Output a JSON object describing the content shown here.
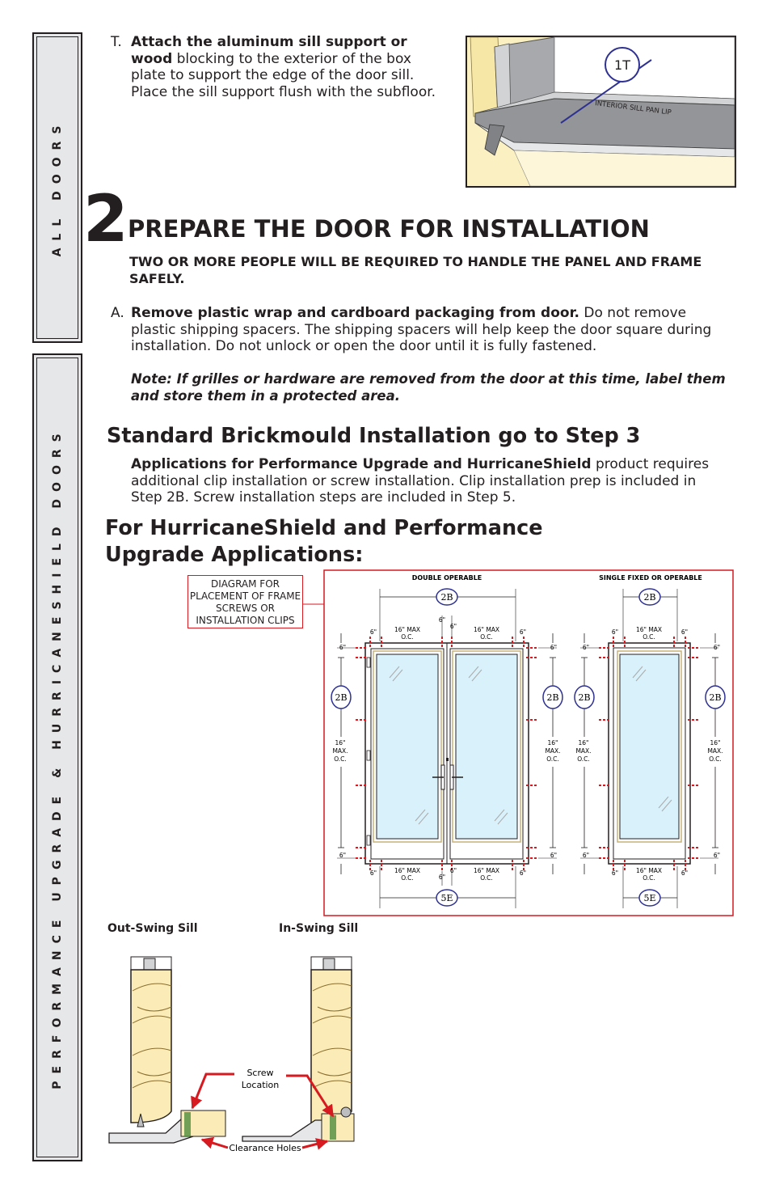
{
  "sidebar": {
    "top_label": "ALL DOORS",
    "bottom_label": "PERFORMANCE UPGRADE & HURRICANESHIELD DOORS"
  },
  "step_t": {
    "letter": "T.",
    "bold": "Attach the aluminum sill support or wood",
    "text": "blocking to the exterior of the box plate to support the edge of the door sill. Place the sill support flush with the subfloor.",
    "figure_callout": "1T",
    "figure_label": "INTERIOR SILL PAN LIP"
  },
  "section2": {
    "number": "2",
    "title": "PREPARE THE DOOR FOR INSTALLATION",
    "warning": "TWO OR MORE PEOPLE WILL BE REQUIRED TO HANDLE THE PANEL AND FRAME SAFELY.",
    "step_a_letter": "A.",
    "step_a_bold": "Remove plastic wrap and cardboard packaging from door.",
    "step_a_text": "Do not remove plastic shipping spacers. The shipping spacers will help keep the door square during installation. Do not unlock or open the door until it is fully fastened.",
    "note": "Note: If grilles or hardware are removed from the door at this time, label them and store them in a protected area."
  },
  "standard": {
    "title": "Standard Brickmould Installation go to Step 3",
    "bold": "Applications for Performance Upgrade and HurricaneShield",
    "text": "product requires additional clip installation or screw installation.  Clip installation prep is included in Step 2B. Screw installation steps are included in Step 5."
  },
  "hurricane": {
    "title_line1": "For HurricaneShield and Performance",
    "title_line2": "Upgrade Applications:"
  },
  "diagram": {
    "callout": "DIAGRAM FOR PLACEMENT OF FRAME SCREWS OR INSTALLATION CLIPS",
    "double_title": "DOUBLE OPERABLE",
    "single_title": "SINGLE FIXED OR OPERABLE",
    "ref_top": "2B",
    "ref_bottom": "5E",
    "six": "6\"",
    "max_line1": "16\" MAX",
    "max_line2": "O.C.",
    "side_line1": "16\"",
    "side_line2": "MAX.",
    "side_line3": "O.C.",
    "accent_color": "#d71920",
    "circle_color": "#2e3192"
  },
  "sills": {
    "outswing": "Out-Swing Sill",
    "inswing": "In-Swing Sill",
    "screw_line1": "Screw",
    "screw_line2": "Location",
    "clearance": "Clearance Holes"
  }
}
